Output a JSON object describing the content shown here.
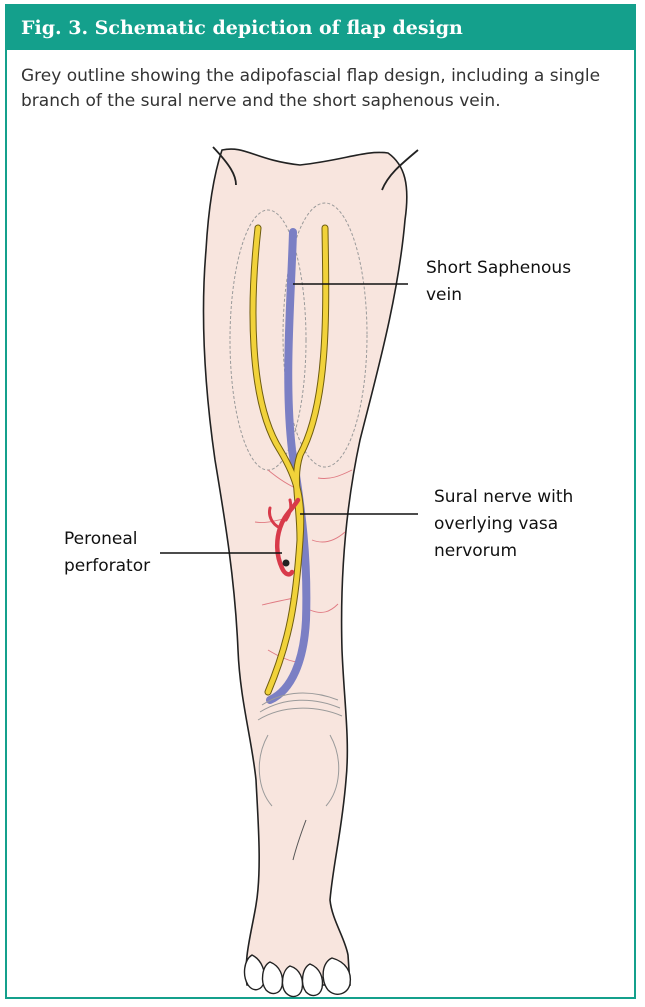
{
  "figure": {
    "title": "Fig. 3. Schematic depiction of flap design",
    "caption": "Grey outline showing the adipofascial flap design, including a single branch of the sural nerve and the short saphenous vein.",
    "labels": {
      "short_saphenous_line1": "Short Saphenous",
      "short_saphenous_line2": "vein",
      "sural_line1": "Sural nerve with",
      "sural_line2": "overlying vasa",
      "sural_line3": "nervorum",
      "peroneal_line1": "Peroneal",
      "peroneal_line2": "perforator"
    }
  },
  "colors": {
    "accent": "#14a08c",
    "skin": "#f8e5de",
    "nerve": "#f1d23a",
    "vein": "#7b7fc4",
    "artery": "#d83a4a"
  }
}
